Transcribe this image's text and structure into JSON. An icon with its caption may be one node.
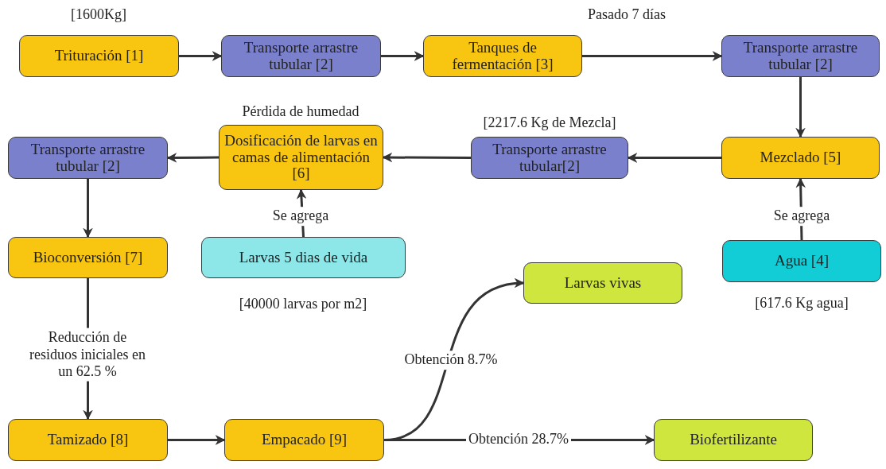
{
  "diagram": {
    "nodes": [
      {
        "text": [
          "Trituración [1]"
        ],
        "beside": [
          "[1600Kg]"
        ]
      },
      {
        "text": [
          "Transporte arrastre tubular [2]"
        ]
      },
      {
        "text": [
          "Tanques de fermentación [3]"
        ]
      },
      {
        "text": [
          "Transporte arrastre tubular [2]"
        ]
      },
      {
        "text": [
          "Mezclado [5]"
        ]
      },
      {
        "text": [
          "Transporte arrastre tubular[2]"
        ],
        "beside": [
          "[2217.6 Kg de Mezcla]"
        ]
      },
      {
        "text": [
          "Dosificación de larvas en camas de alimentación [6]"
        ],
        "beside": [
          "Pérdida de humedad"
        ]
      },
      {
        "text": [
          "Transporte arrastre tubular [2]"
        ]
      },
      {
        "text": [
          "Bioconversión [7]"
        ]
      },
      {
        "text": [
          "Larvas 5 dias de vida"
        ],
        "beside": [
          "[40000 larvas por m2]"
        ]
      },
      {
        "text": [
          "Agua [4]"
        ],
        "beside": [
          "[617.6 Kg agua]"
        ]
      },
      {
        "text": [
          "Larvas vivas"
        ]
      },
      {
        "text": [
          "Tamizado [8]"
        ]
      },
      {
        "text": [
          "Empacado [9]"
        ]
      },
      {
        "text": [
          "Biofertilizante"
        ]
      }
    ],
    "edges": [
      {
        "from": 0,
        "to": 1,
        "arrow": "to"
      },
      {
        "from": 1,
        "to": 2,
        "arrow": "to"
      },
      {
        "from": 2,
        "to": 3,
        "arrow": "to"
      },
      {
        "from": 3,
        "to": 4,
        "arrow": "to"
      },
      {
        "from": 10,
        "to": 4,
        "arrow": "to",
        "label": "Se agrega"
      },
      {
        "from": 4,
        "to": 5,
        "arrow": "to"
      },
      {
        "from": 5,
        "to": 6,
        "arrow": "to"
      },
      {
        "from": 9,
        "to": 6,
        "arrow": "to",
        "label": "Se agrega"
      },
      {
        "from": 6,
        "to": 7,
        "arrow": "to"
      },
      {
        "from": 7,
        "to": 8,
        "arrow": "to"
      },
      {
        "from": 8,
        "to": 12,
        "arrow": "to",
        "label": "Reducción de residuos iniciales en un 62.5 %"
      },
      {
        "from": 12,
        "to": 13,
        "arrow": "to"
      },
      {
        "from": 13,
        "to": 11,
        "arrow": "to",
        "label": "Obtención 8.7%"
      },
      {
        "from": 13,
        "to": 14,
        "arrow": "to",
        "label": "Obtención 28.7%"
      }
    ],
    "labels": [
      "Pasado 7 días"
    ]
  }
}
